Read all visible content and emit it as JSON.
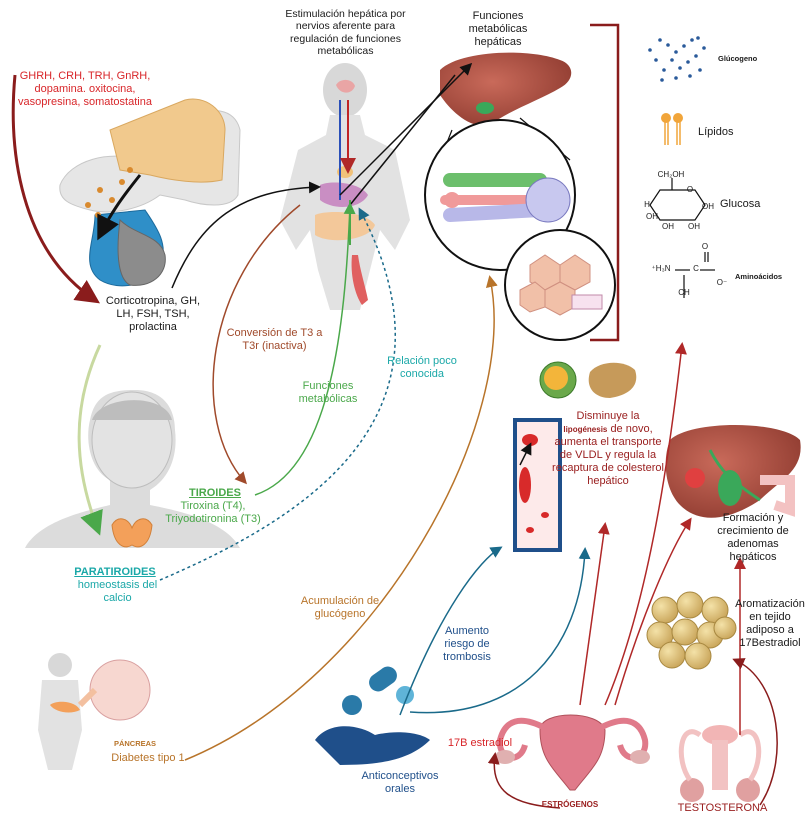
{
  "labels": {
    "hypothalamic_hormones": "GHRH, CRH, TRH, GnRH, dopamina. oxitocina, vasopresina, somatostatina",
    "pituitary_hormones": "Corticotropina, GH, LH, FSH, TSH, prolactina",
    "liver_stimulation": "Estimulación hepática por nervios aferente para regulación de funciones metabólicas",
    "hepatic_functions": "Funciones metabólicas hepáticas",
    "glycogen": "Glúcogeno",
    "lipids": "Lípidos",
    "glucose": "Glucosa",
    "amino_acids": "Aminoácidos",
    "t3_conversion": "Conversión de T3 a T3r (inactiva)",
    "metabolic_functions": "Funciones metabólicas",
    "poorly_known": "Relación poco conocida",
    "thyroid_title": "TIROIDES",
    "thyroid_hormones": "Tiroxina (T4), Triyodotironina (T3)",
    "parathyroid_title": "PARATIROIDES",
    "parathyroid_desc": "homeostasis del calcio",
    "lipogenesis_part1": "Disminuye la",
    "lipogenesis_word": "lipogénesis",
    "lipogenesis_part2": "de novo, aumenta el transporte de VLDL y regula la recaptura de colesterol hepático",
    "adenomas": "Formación y crecimiento de adenomas hepáticos",
    "glycogen_accumulation": "Acumulación de glucógeno",
    "thrombosis": "Aumento riesgo de trombosis",
    "aromatization": "Aromatización en tejido adiposo a 17Bestradiol",
    "pancreas": "PÁNCREAS",
    "diabetes": "Diabetes tipo 1",
    "contraceptives": "Anticonceptivos orales",
    "estradiol": "17B estradiol",
    "estrogens": "ESTRÓGENOS",
    "testosterone": "TESTOSTERONA",
    "glucose_formula": {
      "ch2oh": "CH₂OH",
      "h": "H",
      "o": "O",
      "oh": "OH"
    },
    "aa_formula": {
      "nh3": "⁺H₃N",
      "ch": "CH",
      "c": "C",
      "o_minus": "O⁻",
      "o": "O"
    }
  },
  "colors": {
    "red": "#d8262a",
    "brown": "#a04a2b",
    "green": "#4aa84a",
    "teal": "#1ba8a8",
    "orange": "#b8742a",
    "navy": "#1f4f8a",
    "maroon": "#9a2020"
  }
}
